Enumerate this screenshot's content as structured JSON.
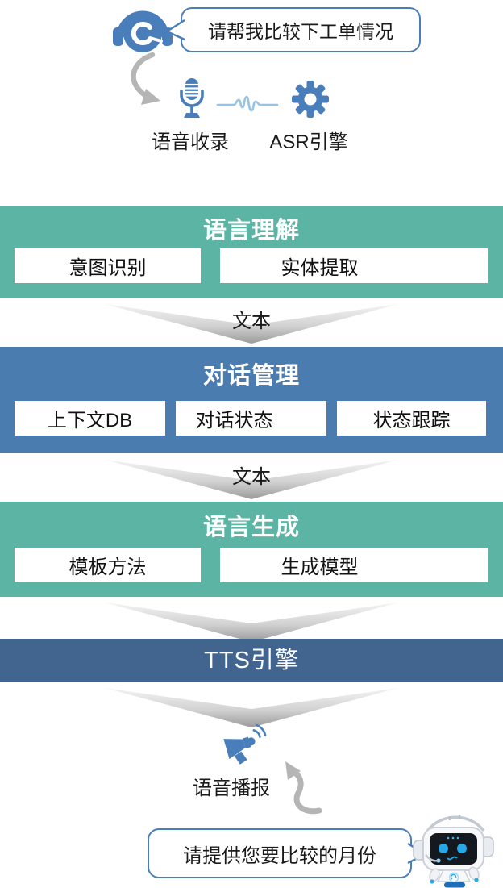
{
  "colors": {
    "teal": "#5cb5a4",
    "blue": "#4a7cb0",
    "dark_blue": "#426590",
    "icon_blue": "#4a7ebb",
    "wave_blue": "#93c4e8",
    "arrow_gray": "#b5b5b5"
  },
  "top": {
    "user_bubble": "请帮我比较下工单情况",
    "voice_capture_label": "语音收录",
    "asr_label": "ASR引擎"
  },
  "icons": {
    "user": "headset-icon",
    "capture": "microphone-icon",
    "signal": "waveform-icon",
    "asr": "gear-icon",
    "broadcast": "megaphone-icon",
    "agent": "robot-icon"
  },
  "blocks": [
    {
      "title": "语言理解",
      "items": [
        "意图识别",
        "实体提取"
      ],
      "color": "#5cb5a4"
    },
    {
      "title": "对话管理",
      "items": [
        "上下文DB",
        "对话状态",
        "状态跟踪"
      ],
      "color": "#4a7cb0"
    },
    {
      "title": "语言生成",
      "items": [
        "模板方法",
        "生成模型"
      ],
      "color": "#5cb5a4"
    },
    {
      "title": "TTS引擎",
      "items": [],
      "color": "#426590"
    }
  ],
  "connectors": [
    {
      "label": "文本"
    },
    {
      "label": "文本"
    },
    {
      "label": ""
    },
    {
      "label": ""
    }
  ],
  "bottom": {
    "broadcast_label": "语音播报",
    "bot_bubble": "请提供您要比较的月份"
  }
}
